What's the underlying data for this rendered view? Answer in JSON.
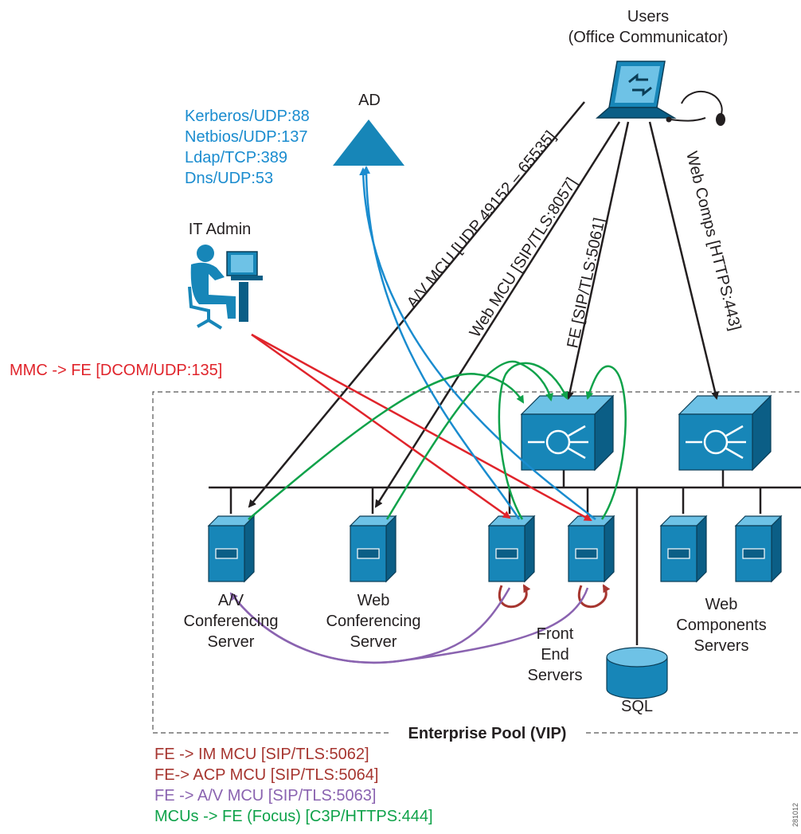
{
  "labels": {
    "users_line1": "Users",
    "users_line2": "(Office Communicator)",
    "ad": "AD",
    "it_admin": "IT Admin",
    "sql": "SQL",
    "pool": "Enterprise Pool (VIP)",
    "av_server": [
      "A/V",
      "Conferencing",
      "Server"
    ],
    "web_server": [
      "Web",
      "Conferencing",
      "Server"
    ],
    "front_end": [
      "Front",
      "End",
      "Servers"
    ],
    "web_components": [
      "Web",
      "Components",
      "Servers"
    ]
  },
  "ad_ports": [
    "Kerberos/UDP:88",
    "Netbios/UDP:137",
    "Ldap/TCP:389",
    "Dns/UDP:53"
  ],
  "mmc": "MMC -> FE [DCOM/UDP:135]",
  "connections": {
    "av_mcu": "A/V MCU [UDP 49152 – 65535]",
    "web_mcu": "Web MCU [SIP/TLS:8057]",
    "fe": "FE [SIP/TLS:5061]",
    "web_comps": "Web Comps [HTTPS:443]"
  },
  "legend": [
    {
      "text": "FE -> IM MCU [SIP/TLS:5062]",
      "color": "#a6352f"
    },
    {
      "text": "FE-> ACP MCU [SIP/TLS:5064]",
      "color": "#a6352f"
    },
    {
      "text": "FE -> A/V MCU [SIP/TLS:5063]",
      "color": "#8a63b0"
    },
    {
      "text": "MCUs -> FE (Focus) [C3P/HTTPS:444]",
      "color": "#0fa24a"
    }
  ],
  "side_code": "281012",
  "colors": {
    "ad_text": "#1a8ccf",
    "mmc": "#e0242b",
    "im_acp": "#a6352f",
    "av_mcu": "#8a63b0",
    "focus": "#0fa24a",
    "device": "#1786b8"
  }
}
